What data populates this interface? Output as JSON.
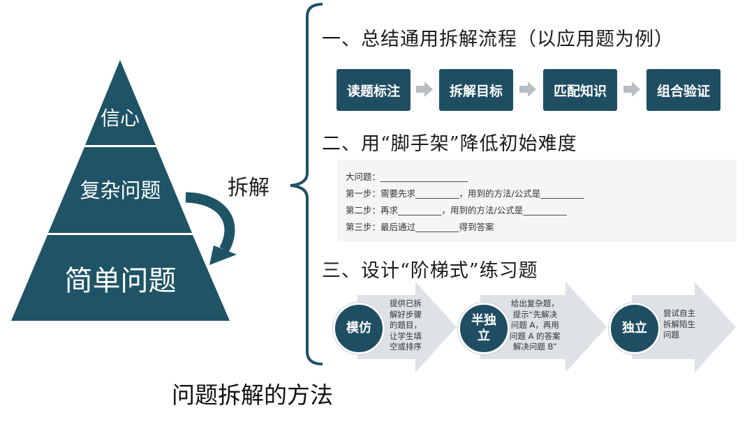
{
  "pyramid": {
    "top": "信心",
    "middle": "复杂问题",
    "bottom": "简单问题",
    "color": "#1f5366"
  },
  "split_label": "拆解",
  "section1": {
    "heading": "一、总结通用拆解流程（以应用题为例）",
    "steps": [
      "读题标注",
      "拆解目标",
      "匹配知识",
      "组合验证"
    ]
  },
  "section2": {
    "heading": "二、用“脚手架”降低初始难度",
    "lines": [
      "大问题：____________________",
      "第一步：需要先求__________，用到的方法/公式是__________",
      "第二步：再求__________，用到的方法/公式是__________",
      "第三步：最后通过__________得到答案"
    ]
  },
  "section3": {
    "heading": "三、设计“阶梯式”练习题",
    "stages": [
      {
        "title": "模仿",
        "desc": [
          "提供已拆",
          "解好步骤",
          "的题目，",
          "让学生填",
          "空或排序"
        ]
      },
      {
        "title": "半独立",
        "title_lines": [
          "半独",
          "立"
        ],
        "desc": [
          "给出复杂题，",
          "提示“先解决",
          "问题 A，再用",
          "问题 A 的答案",
          "解决问题 B”"
        ]
      },
      {
        "title": "独立",
        "desc": [
          "尝试自主",
          "拆解陌生",
          "问题"
        ]
      }
    ]
  },
  "caption": "问题拆解的方法",
  "colors": {
    "primary": "#1f4e63",
    "arrow_gray": "#b7bec4",
    "chevron": "#dde2e6"
  }
}
